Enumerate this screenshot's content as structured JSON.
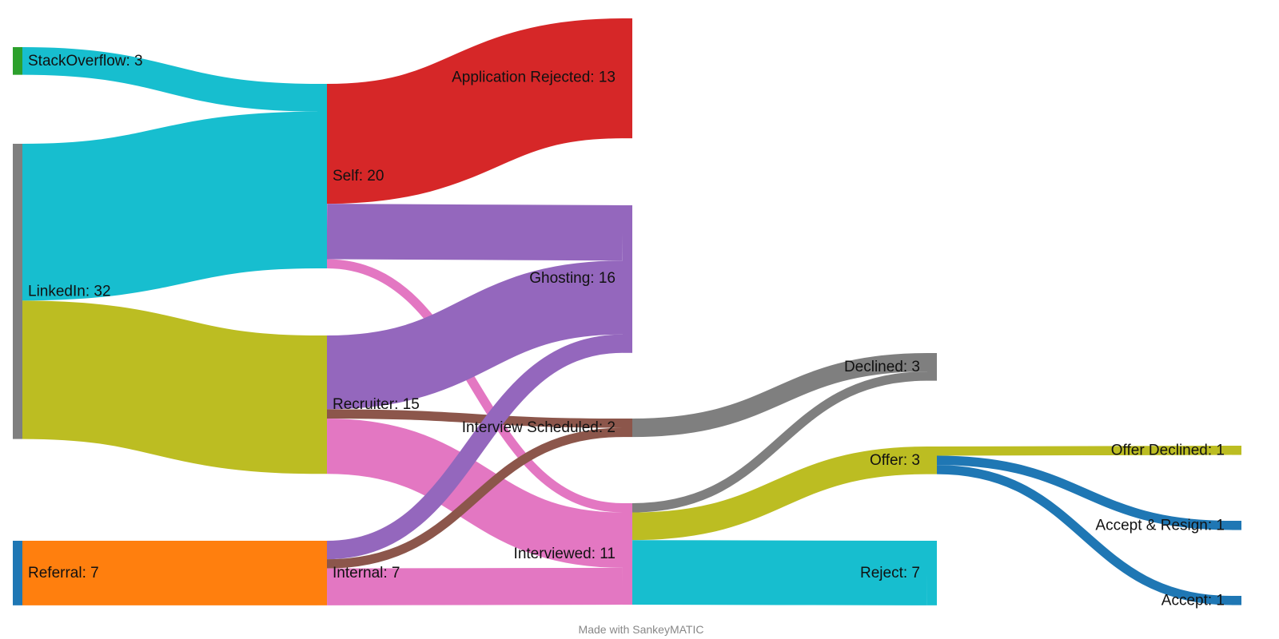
{
  "colors": {
    "green": "#2ca02c",
    "grey": "#7f7f7f",
    "blue": "#1f77b4",
    "cyan": "#17becf",
    "olive": "#bcbd22",
    "orange": "#ff7f0e",
    "red": "#d62728",
    "purple": "#9467bd",
    "pink": "#e377c2",
    "brown": "#8c564b"
  },
  "nodes": [
    {
      "id": "stackoverflow",
      "label": "StackOverflow: 3",
      "color": "green",
      "icon": "green-node-bar"
    },
    {
      "id": "linkedin",
      "label": "LinkedIn: 32",
      "color": "grey",
      "icon": "grey-node-bar"
    },
    {
      "id": "referral",
      "label": "Referral: 7",
      "color": "blue",
      "icon": "blue-node-bar"
    },
    {
      "id": "self",
      "label": "Self: 20",
      "color": "cyan",
      "icon": "cyan-node-bar"
    },
    {
      "id": "recruiter",
      "label": "Recruiter: 15",
      "color": "olive",
      "icon": "olive-node-bar"
    },
    {
      "id": "internal",
      "label": "Internal: 7",
      "color": "orange",
      "icon": "orange-node-bar"
    },
    {
      "id": "application_rejected",
      "label": "Application Rejected: 13",
      "color": "red",
      "icon": "red-node-bar"
    },
    {
      "id": "ghosting",
      "label": "Ghosting: 16",
      "color": "purple",
      "icon": "purple-node-bar"
    },
    {
      "id": "interview_scheduled",
      "label": "Interview Scheduled: 2",
      "color": "brown",
      "icon": "brown-node-bar"
    },
    {
      "id": "interviewed",
      "label": "Interviewed: 11",
      "color": "pink",
      "icon": "pink-node-bar"
    },
    {
      "id": "declined",
      "label": "Declined: 3",
      "color": "grey",
      "icon": "grey-node-bar"
    },
    {
      "id": "offer",
      "label": "Offer: 3",
      "color": "olive",
      "icon": "olive-node-bar"
    },
    {
      "id": "reject",
      "label": "Reject: 7",
      "color": "cyan",
      "icon": "cyan-node-bar"
    },
    {
      "id": "offer_declined",
      "label": "Offer Declined: 1",
      "color": "olive",
      "icon": "olive-node-bar"
    },
    {
      "id": "accept_resign",
      "label": "Accept & Resign: 1",
      "color": "blue",
      "icon": "blue-node-bar"
    },
    {
      "id": "accept",
      "label": "Accept: 1",
      "color": "blue",
      "icon": "blue-node-bar"
    }
  ],
  "flows": [
    {
      "source": "stackoverflow",
      "target": "self",
      "value": 3,
      "color": "cyan"
    },
    {
      "source": "linkedin",
      "target": "self",
      "value": 17,
      "color": "cyan"
    },
    {
      "source": "linkedin",
      "target": "recruiter",
      "value": 15,
      "color": "olive"
    },
    {
      "source": "referral",
      "target": "internal",
      "value": 7,
      "color": "orange"
    },
    {
      "source": "self",
      "target": "application_rejected",
      "value": 13,
      "color": "red"
    },
    {
      "source": "self",
      "target": "ghosting",
      "value": 6,
      "color": "purple"
    },
    {
      "source": "self",
      "target": "interviewed",
      "value": 1,
      "color": "pink"
    },
    {
      "source": "recruiter",
      "target": "ghosting",
      "value": 8,
      "color": "purple"
    },
    {
      "source": "recruiter",
      "target": "interview_scheduled",
      "value": 1,
      "color": "brown"
    },
    {
      "source": "recruiter",
      "target": "interviewed",
      "value": 6,
      "color": "pink"
    },
    {
      "source": "internal",
      "target": "ghosting",
      "value": 2,
      "color": "purple"
    },
    {
      "source": "internal",
      "target": "interview_scheduled",
      "value": 1,
      "color": "brown"
    },
    {
      "source": "internal",
      "target": "interviewed",
      "value": 4,
      "color": "pink"
    },
    {
      "source": "interview_scheduled",
      "target": "declined",
      "value": 2,
      "color": "grey"
    },
    {
      "source": "interviewed",
      "target": "declined",
      "value": 1,
      "color": "grey"
    },
    {
      "source": "interviewed",
      "target": "offer",
      "value": 3,
      "color": "olive"
    },
    {
      "source": "interviewed",
      "target": "reject",
      "value": 7,
      "color": "cyan"
    },
    {
      "source": "offer",
      "target": "offer_declined",
      "value": 1,
      "color": "olive"
    },
    {
      "source": "offer",
      "target": "accept_resign",
      "value": 1,
      "color": "blue"
    },
    {
      "source": "offer",
      "target": "accept",
      "value": 1,
      "color": "blue"
    }
  ],
  "credit": "Made with SankeyMATIC"
}
